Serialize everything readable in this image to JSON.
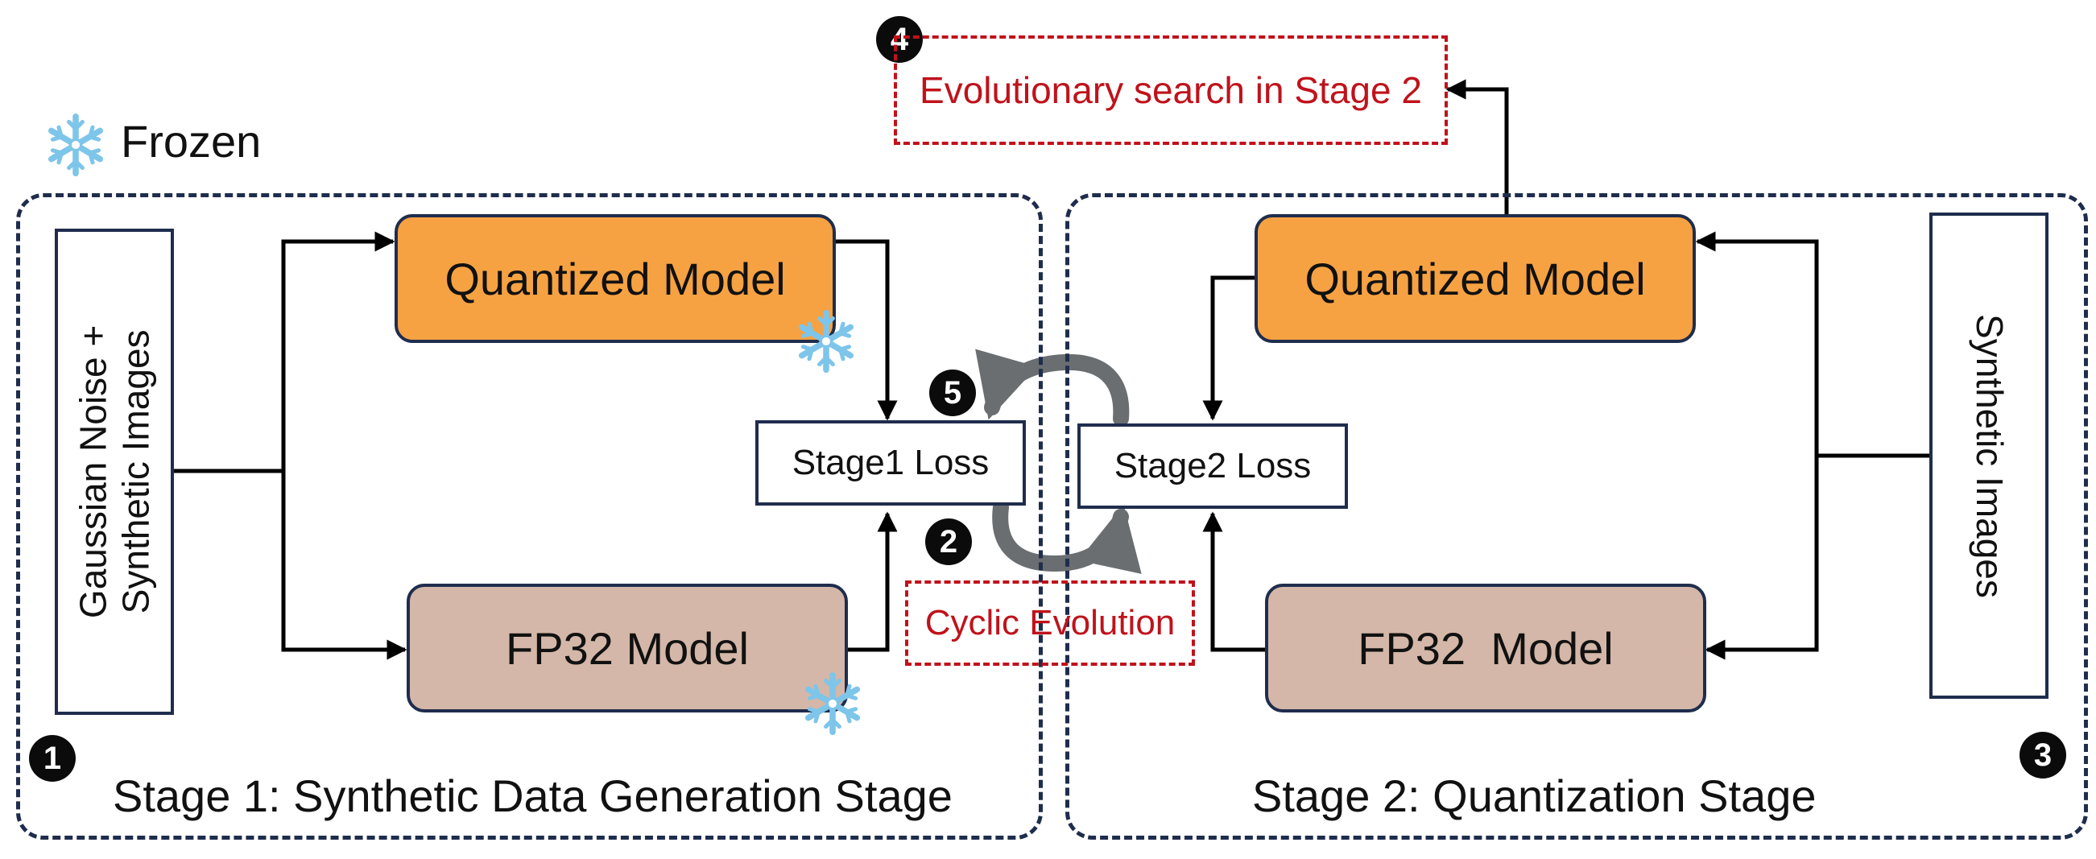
{
  "legend": {
    "frozen_label": "Frozen",
    "icon": "snowflake-icon"
  },
  "stage1": {
    "title": "Stage 1: Synthetic Data Generation Stage",
    "input_label_line1": "Gaussian Noise +",
    "input_label_line2": "Synthetic Images",
    "quantized_model": "Quantized Model",
    "fp32_model": "FP32 Model",
    "loss": "Stage1 Loss",
    "badge": "1"
  },
  "stage2": {
    "title": "Stage 2: Quantization Stage",
    "input_label": "Synthetic Images",
    "quantized_model": "Quantized Model",
    "fp32_model": "FP32  Model",
    "loss": "Stage2 Loss",
    "badge": "3"
  },
  "annotations": {
    "evolutionary_search": "Evolutionary search in Stage 2",
    "evolutionary_badge": "4",
    "cyclic_evolution": "Cyclic Evolution",
    "cyclic_badge_top": "5",
    "cyclic_badge_bottom": "2"
  },
  "colors": {
    "frame": "#1f2d4d",
    "quantized_fill": "#f6a242",
    "fp32_fill": "#d4b7a8",
    "annotation_red": "#c0121b",
    "cycle_arrow": "#5e6266"
  }
}
